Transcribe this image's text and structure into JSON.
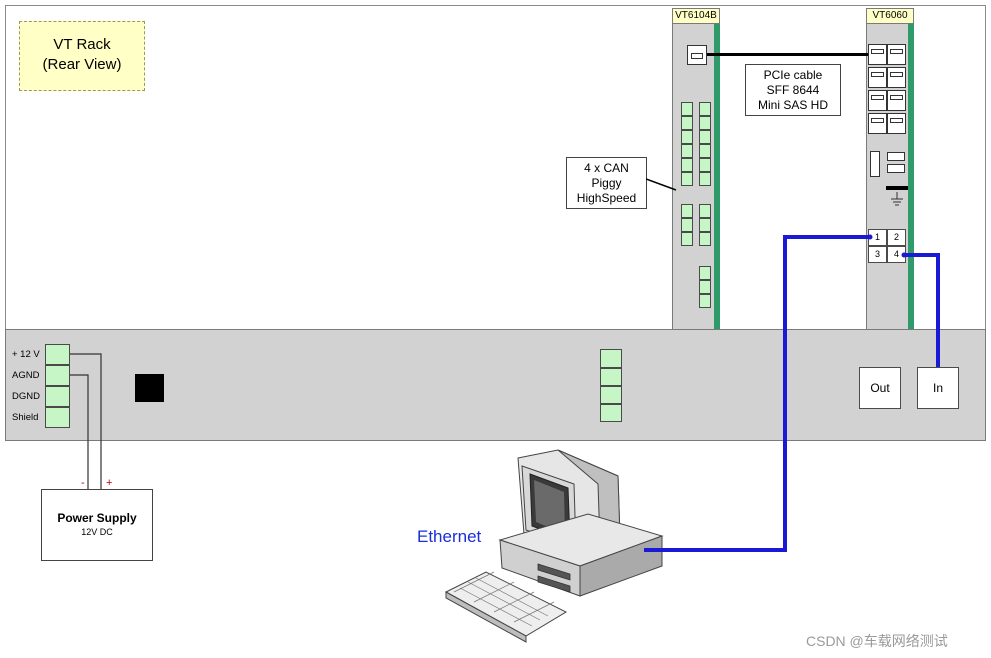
{
  "rack": {
    "title_line1": "VT Rack",
    "title_line2": "(Rear View)"
  },
  "modules": {
    "vt6104b": {
      "label": "VT6104B"
    },
    "vt6060": {
      "label": "VT6060"
    }
  },
  "callouts": {
    "pcie": {
      "line1": "PCIe cable",
      "line2": "SFF 8644",
      "line3": "Mini SAS HD"
    },
    "can": {
      "line1": "4 x CAN",
      "line2": "Piggy",
      "line3": "HighSpeed"
    }
  },
  "ports": {
    "p1": "1",
    "p2": "2",
    "p3": "3",
    "p4": "4",
    "out": "Out",
    "in": "In"
  },
  "terminals": {
    "plus12v": "+ 12 V",
    "agnd": "AGND",
    "dgnd": "DGND",
    "shield": "Shield"
  },
  "power_supply": {
    "minus": "-",
    "plus": "+",
    "title": "Power Supply",
    "subtitle": "12V DC"
  },
  "ethernet": {
    "label": "Ethernet"
  },
  "watermark": "CSDN @车载网络测试",
  "colors": {
    "cable_blue": "#1a1ad6",
    "module_green": "#2f9b6a",
    "terminal_green": "#c6f5c6",
    "note_yellow": "#ffffc6",
    "rack_gray": "#d2d2d2"
  }
}
